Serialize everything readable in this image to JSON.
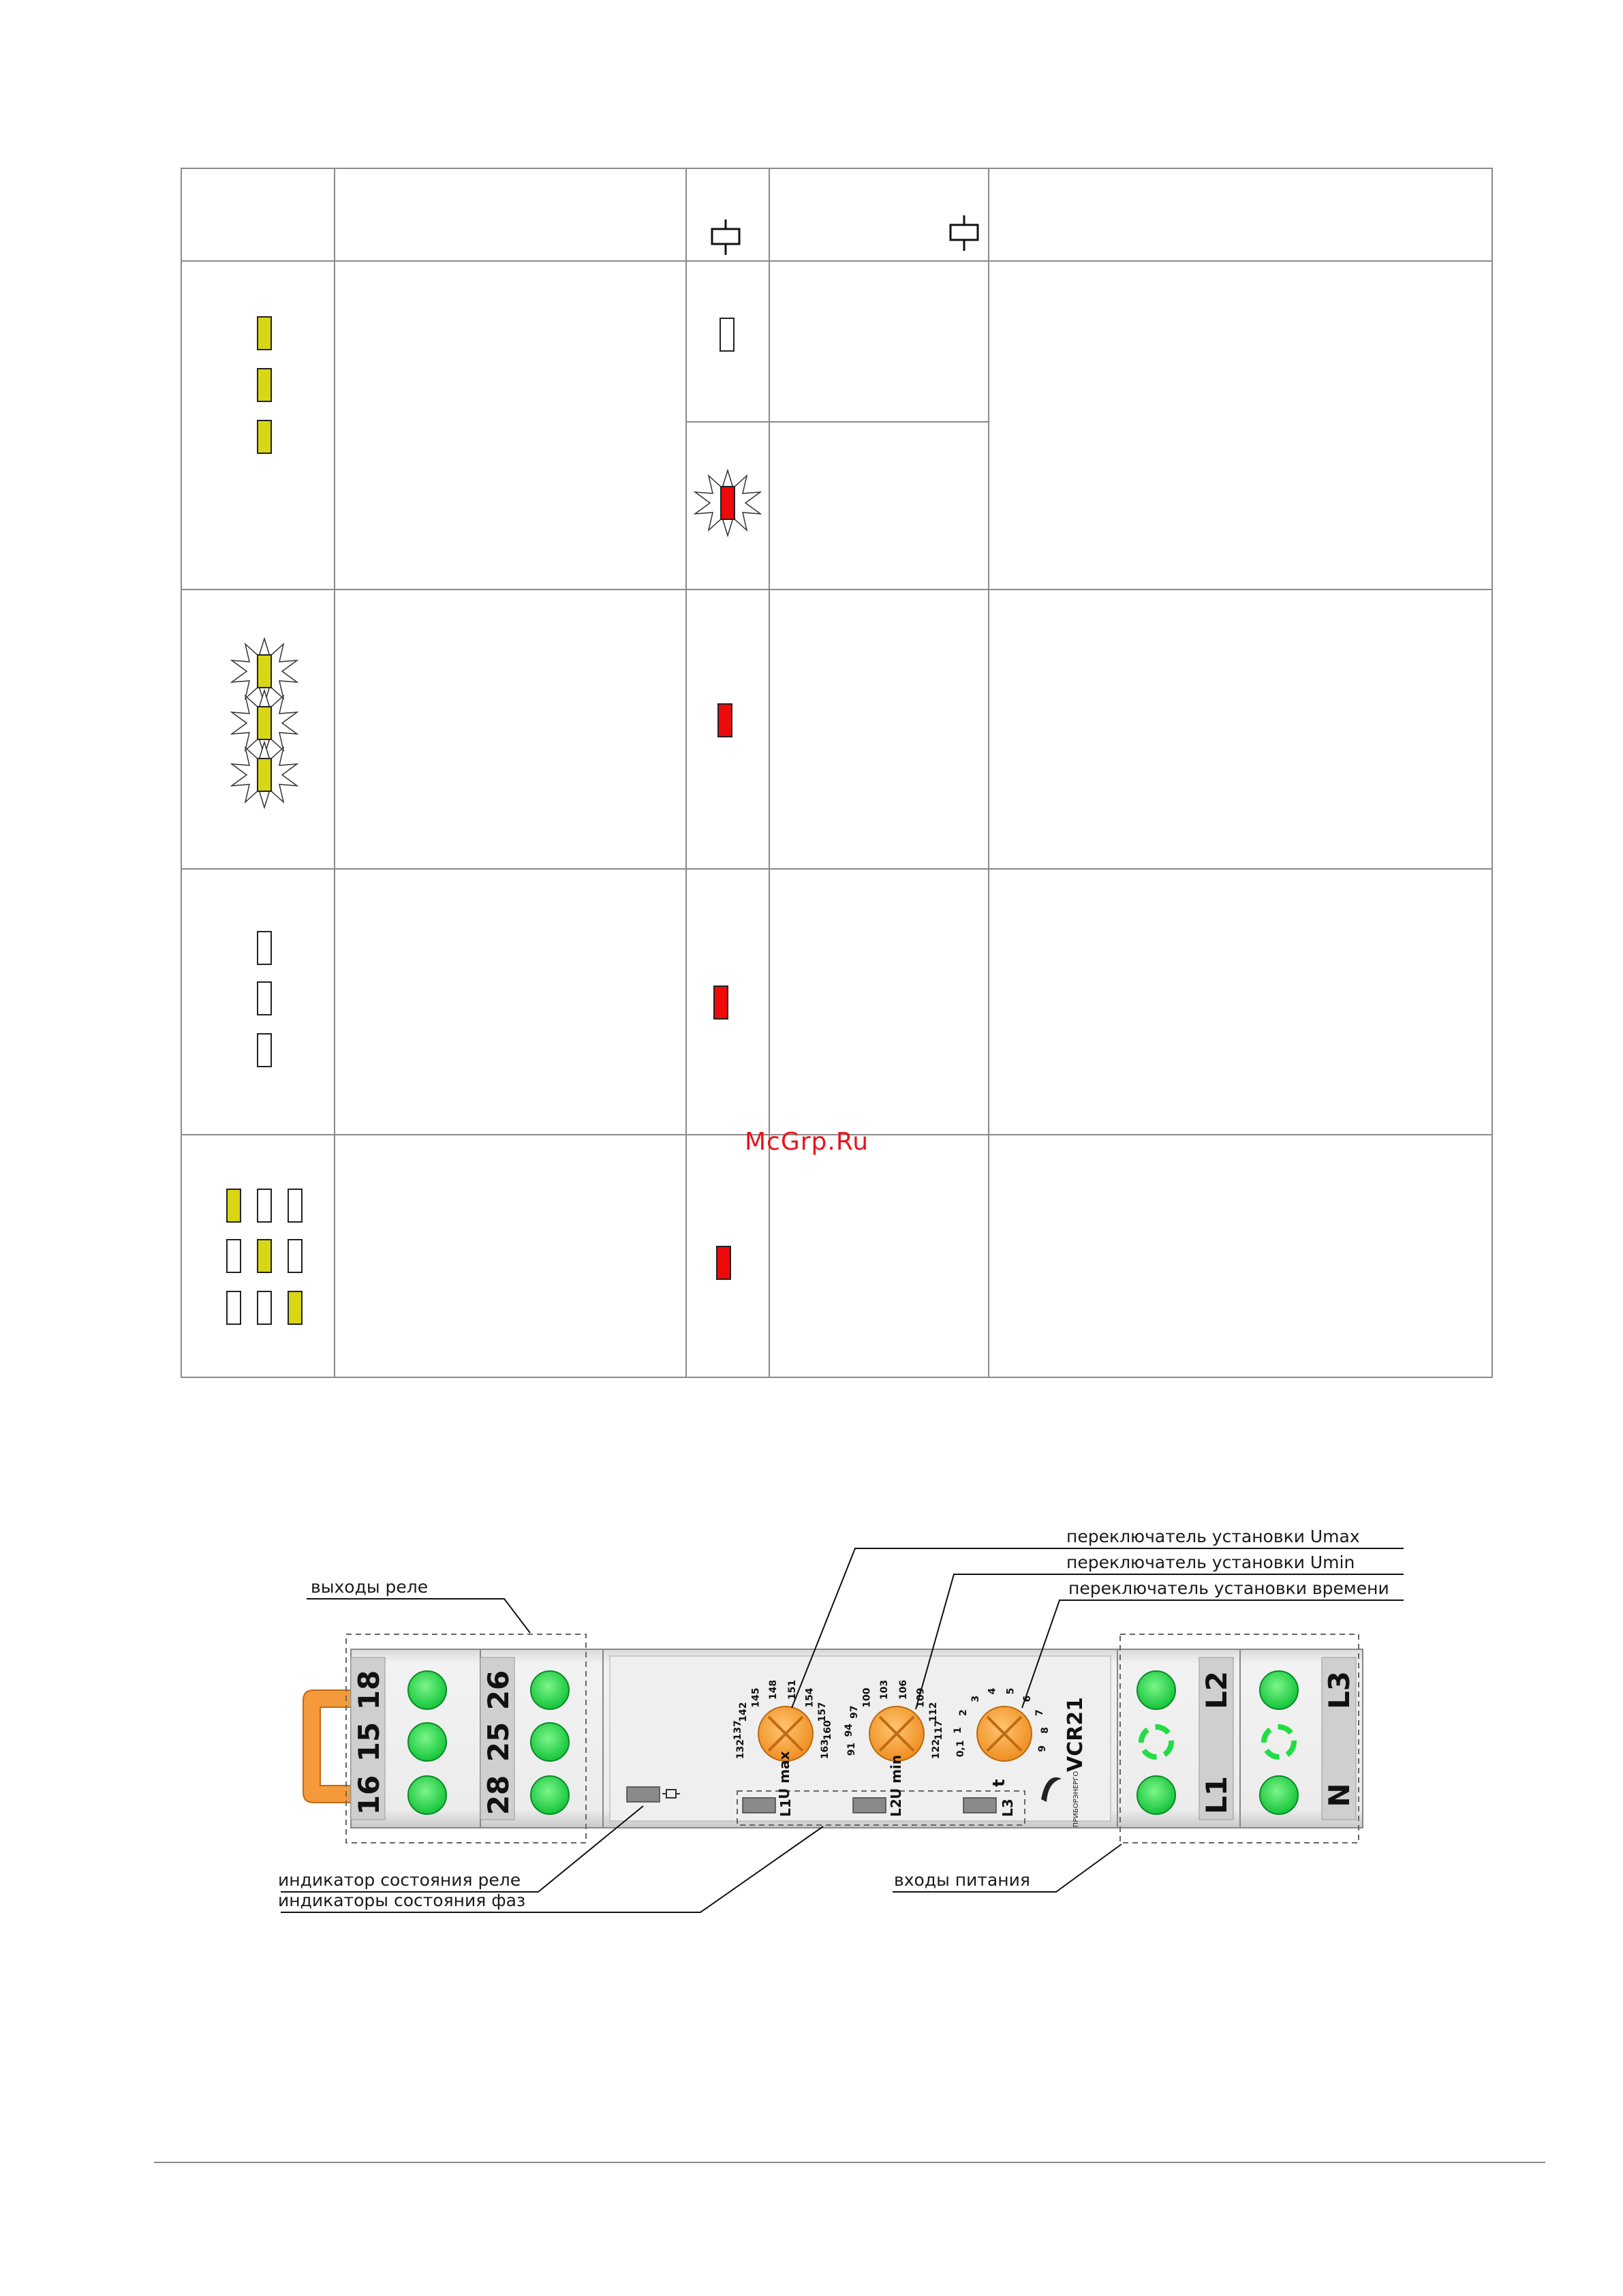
{
  "watermark": "McGrp.Ru",
  "table": {
    "rows": [
      {
        "phase_leds": "yellow-column",
        "relay_led": "off",
        "relay_led_alt": "red-blinking"
      },
      {
        "phase_leds": "yellow-blinking-column",
        "relay_led": "red"
      },
      {
        "phase_leds": "off-column",
        "relay_led": "red"
      },
      {
        "phase_leds": "diagonal-grid",
        "relay_led": "red"
      }
    ]
  },
  "device": {
    "model": "VCR21",
    "brand": "ПРИБОРЭНЕРГО",
    "relay_terminals": {
      "block1": [
        "18",
        "15",
        "16"
      ],
      "block2": [
        "26",
        "25",
        "28"
      ]
    },
    "power_terminals": {
      "block1": [
        "L2",
        "L1"
      ],
      "block2": [
        "L3",
        "N"
      ]
    },
    "knob_umax": {
      "label": "U max",
      "scale": [
        "132",
        "137",
        "142",
        "145",
        "148",
        "151",
        "154",
        "157",
        "160",
        "163"
      ]
    },
    "knob_umin": {
      "label": "U min",
      "scale": [
        "91",
        "94",
        "97",
        "100",
        "103",
        "106",
        "109",
        "112",
        "117",
        "122"
      ]
    },
    "knob_time": {
      "label": "t",
      "scale": [
        "0,1",
        "1",
        "2",
        "3",
        "4",
        "5",
        "6",
        "7",
        "8",
        "9"
      ]
    },
    "phase_indicator_labels": [
      "L1",
      "L2",
      "L3"
    ]
  },
  "callouts": {
    "relay_outputs": "выходы реле",
    "umax_switch": "переключатель установки Umax",
    "umin_switch": "переключатель установки Umin",
    "time_switch": "переключатель установки времени",
    "relay_indicator": "индикатор состояния реле",
    "phase_indicators": "индикаторы состояния фаз",
    "power_inputs": "входы питания"
  },
  "colors": {
    "led_yellow": "#d9d613",
    "led_red": "#ee0a0a",
    "terminal_green": "#22dd44",
    "knob_orange": "#f6a23a",
    "bracket_orange": "#f59a3a"
  }
}
